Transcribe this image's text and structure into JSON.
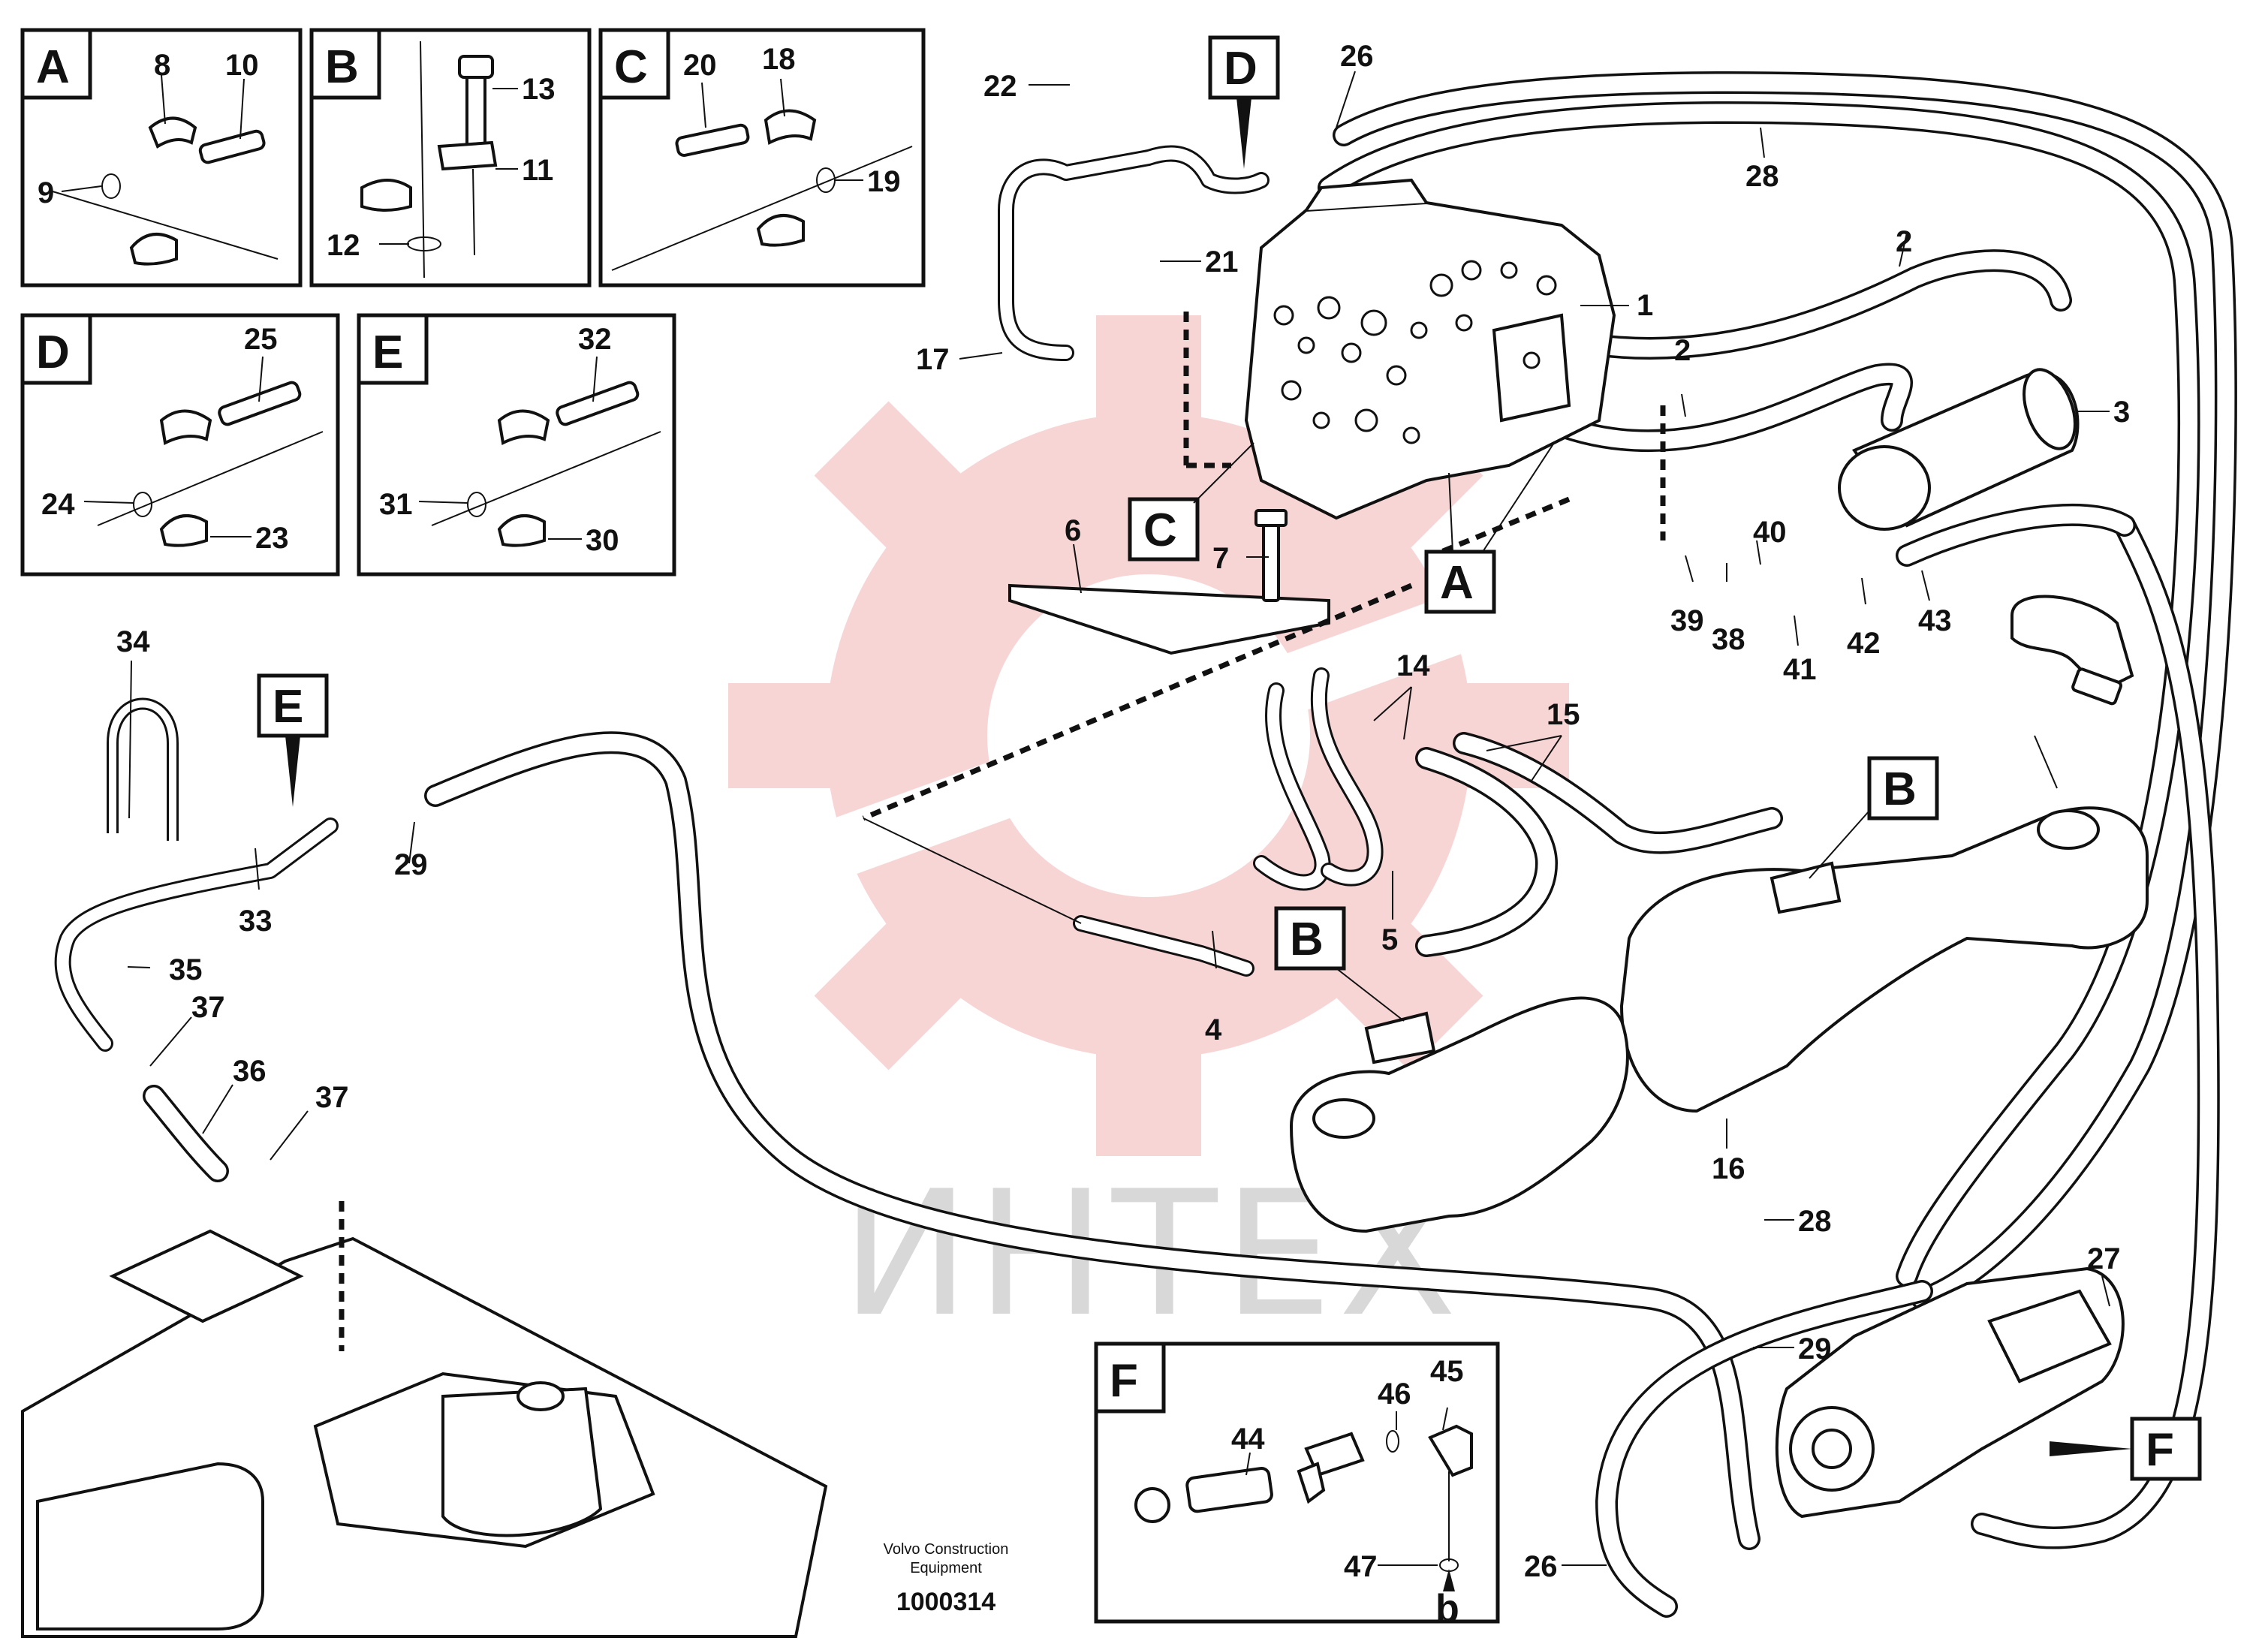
{
  "detail_boxes": {
    "A": {
      "letter": "A",
      "labels": [
        "8",
        "10",
        "9"
      ]
    },
    "B": {
      "letter": "B",
      "labels": [
        "13",
        "11",
        "12"
      ]
    },
    "C": {
      "letter": "C",
      "labels": [
        "20",
        "18",
        "19"
      ]
    },
    "D": {
      "letter": "D",
      "labels": [
        "25",
        "24",
        "23"
      ]
    },
    "E": {
      "letter": "E",
      "labels": [
        "32",
        "31",
        "30"
      ]
    },
    "F": {
      "letter": "F",
      "labels": [
        "44",
        "46",
        "45",
        "47",
        "b"
      ]
    }
  },
  "callouts": {
    "A": "A",
    "B1": "B",
    "B2": "B",
    "C": "C",
    "D": "D",
    "E": "E",
    "F": "F"
  },
  "part_numbers": {
    "p1": "1",
    "p2a": "2",
    "p2b": "2",
    "p3": "3",
    "p4": "4",
    "p5": "5",
    "p6": "6",
    "p7": "7",
    "p14": "14",
    "p15": "15",
    "p16": "16",
    "p17": "17",
    "p21": "21",
    "p22": "22",
    "p26a": "26",
    "p26b": "26",
    "p27": "27",
    "p28a": "28",
    "p28b": "28",
    "p29a": "29",
    "p29b": "29",
    "p33": "33",
    "p34": "34",
    "p35": "35",
    "p36": "36",
    "p37a": "37",
    "p37b": "37",
    "p38": "38",
    "p39": "39",
    "p40": "40",
    "p41": "41",
    "p42": "42",
    "p43": "43"
  },
  "footer": {
    "company_line1": "Volvo Construction",
    "company_line2": "Equipment",
    "doc_number": "1000314"
  },
  "watermark": {
    "text": "ИНТЕХ",
    "logo_color": "#f4b4b4",
    "text_color": "#d8d8d8"
  }
}
